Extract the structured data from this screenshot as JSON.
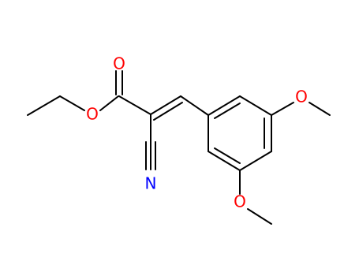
{
  "atoms": {
    "carbonyl_oxygen": {
      "label": "O",
      "color": "#ff0000"
    },
    "ester_oxygen": {
      "label": "O",
      "color": "#ff0000"
    },
    "nitrile_nitrogen": {
      "label": "N",
      "color": "#0000ff"
    },
    "methoxy_oxygen_top": {
      "label": "O",
      "color": "#ff0000"
    },
    "methoxy_oxygen_bottom": {
      "label": "O",
      "color": "#ff0000"
    }
  },
  "bond_color": "#000000"
}
